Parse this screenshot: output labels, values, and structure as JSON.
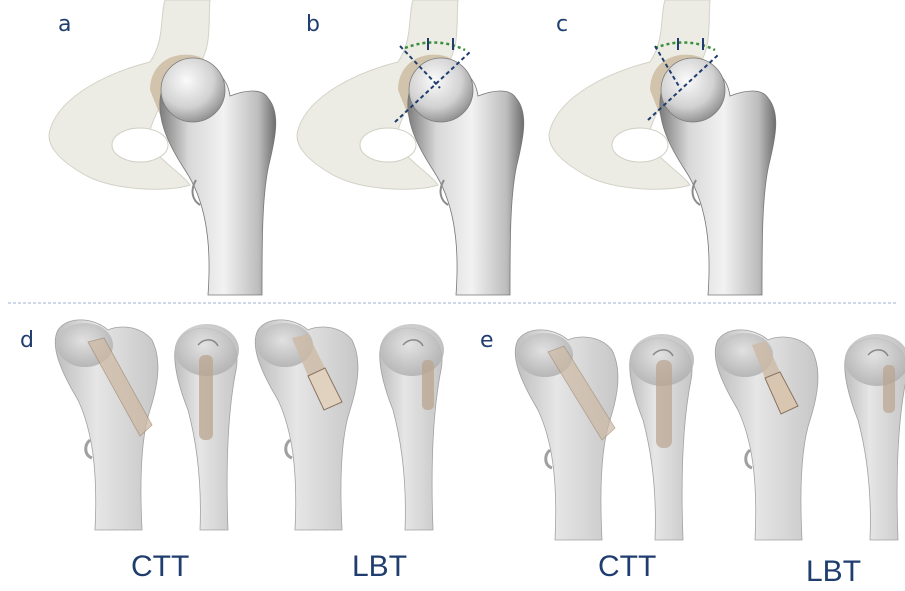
{
  "panel_labels": {
    "a": "a",
    "b": "b",
    "c": "c",
    "d": "d",
    "e": "e"
  },
  "group_labels": {
    "d_left": "CTT",
    "d_right": "LBT",
    "e_left": "CTT",
    "e_right": "LBT"
  },
  "colors": {
    "bone": "#e6e6e6",
    "bone_shadow": "#8f8f8f",
    "pelvis": "#ecece4",
    "cartilage": "#c9b79a",
    "graft": "#cdb9a4",
    "label": "#1f3d6e",
    "guide_blue": "#1f3d6e",
    "guide_green": "#3a8f3a",
    "separator": "#9fb2d0"
  }
}
